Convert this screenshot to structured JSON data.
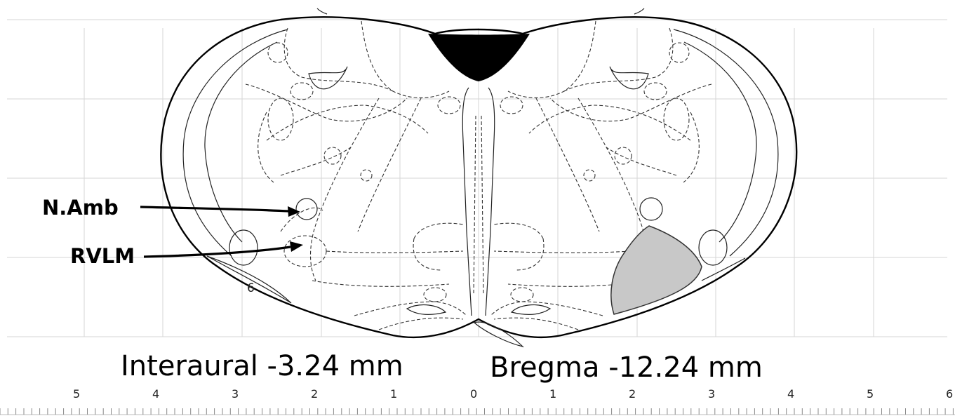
{
  "labels": {
    "namb": "N.Amb",
    "rvlm": "RVLM",
    "interaural": "Interaural -3.24 mm",
    "bregma": "Bregma -12.24 mm",
    "side_number": "6"
  },
  "ruler": {
    "tick_labels": [
      "5",
      "4",
      "3",
      "2",
      "1",
      "0",
      "1",
      "2",
      "3",
      "4",
      "5",
      "6"
    ]
  },
  "colors": {
    "highlight_fill": "#c8c8c8",
    "ventricle_fill": "#000000",
    "grid": "#d6d6d6"
  }
}
